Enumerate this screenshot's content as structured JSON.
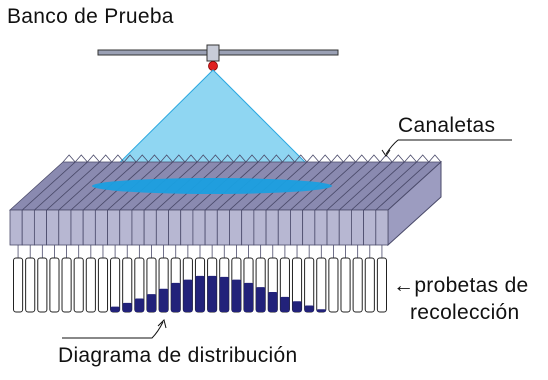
{
  "title": "Banco de Prueba",
  "labels": {
    "canaletas": "Canaletas",
    "probetas_arrow": "←",
    "probetas_line1": "probetas de",
    "probetas_line2": "recolección",
    "diagrama": "Diagrama de distribución"
  },
  "figure": {
    "channel_count": 31,
    "tube_count": 31,
    "tube_fill_levels": [
      0,
      0,
      0,
      0,
      0,
      0,
      0,
      0,
      0.1,
      0.17,
      0.25,
      0.33,
      0.43,
      0.54,
      0.6,
      0.67,
      0.67,
      0.65,
      0.6,
      0.54,
      0.46,
      0.37,
      0.28,
      0.2,
      0.12,
      0.05,
      0,
      0,
      0,
      0,
      0
    ]
  },
  "colors": {
    "spray": "#8fd6f2",
    "spray_edge": "#2aa8e0",
    "water_ellipse": "#1a9fe0",
    "channel_front": "#b7b7d2",
    "channel_side": "#8a8ab0",
    "channel_stroke": "#4a4a6a",
    "tube_fill": "#22227a",
    "nozzle_tip": "#e02020",
    "bar": "#9aa0b4"
  }
}
